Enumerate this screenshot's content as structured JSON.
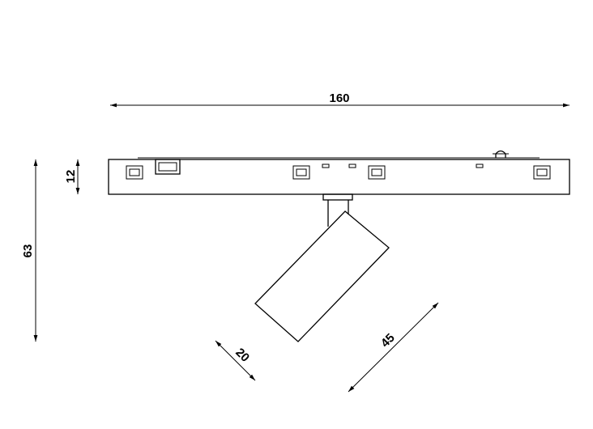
{
  "dimensions": {
    "width_total": "160",
    "height_total": "63",
    "track_height": "12",
    "spot_diameter": "20",
    "spot_length": "45"
  },
  "colors": {
    "line": "#000000",
    "background": "#ffffff"
  }
}
